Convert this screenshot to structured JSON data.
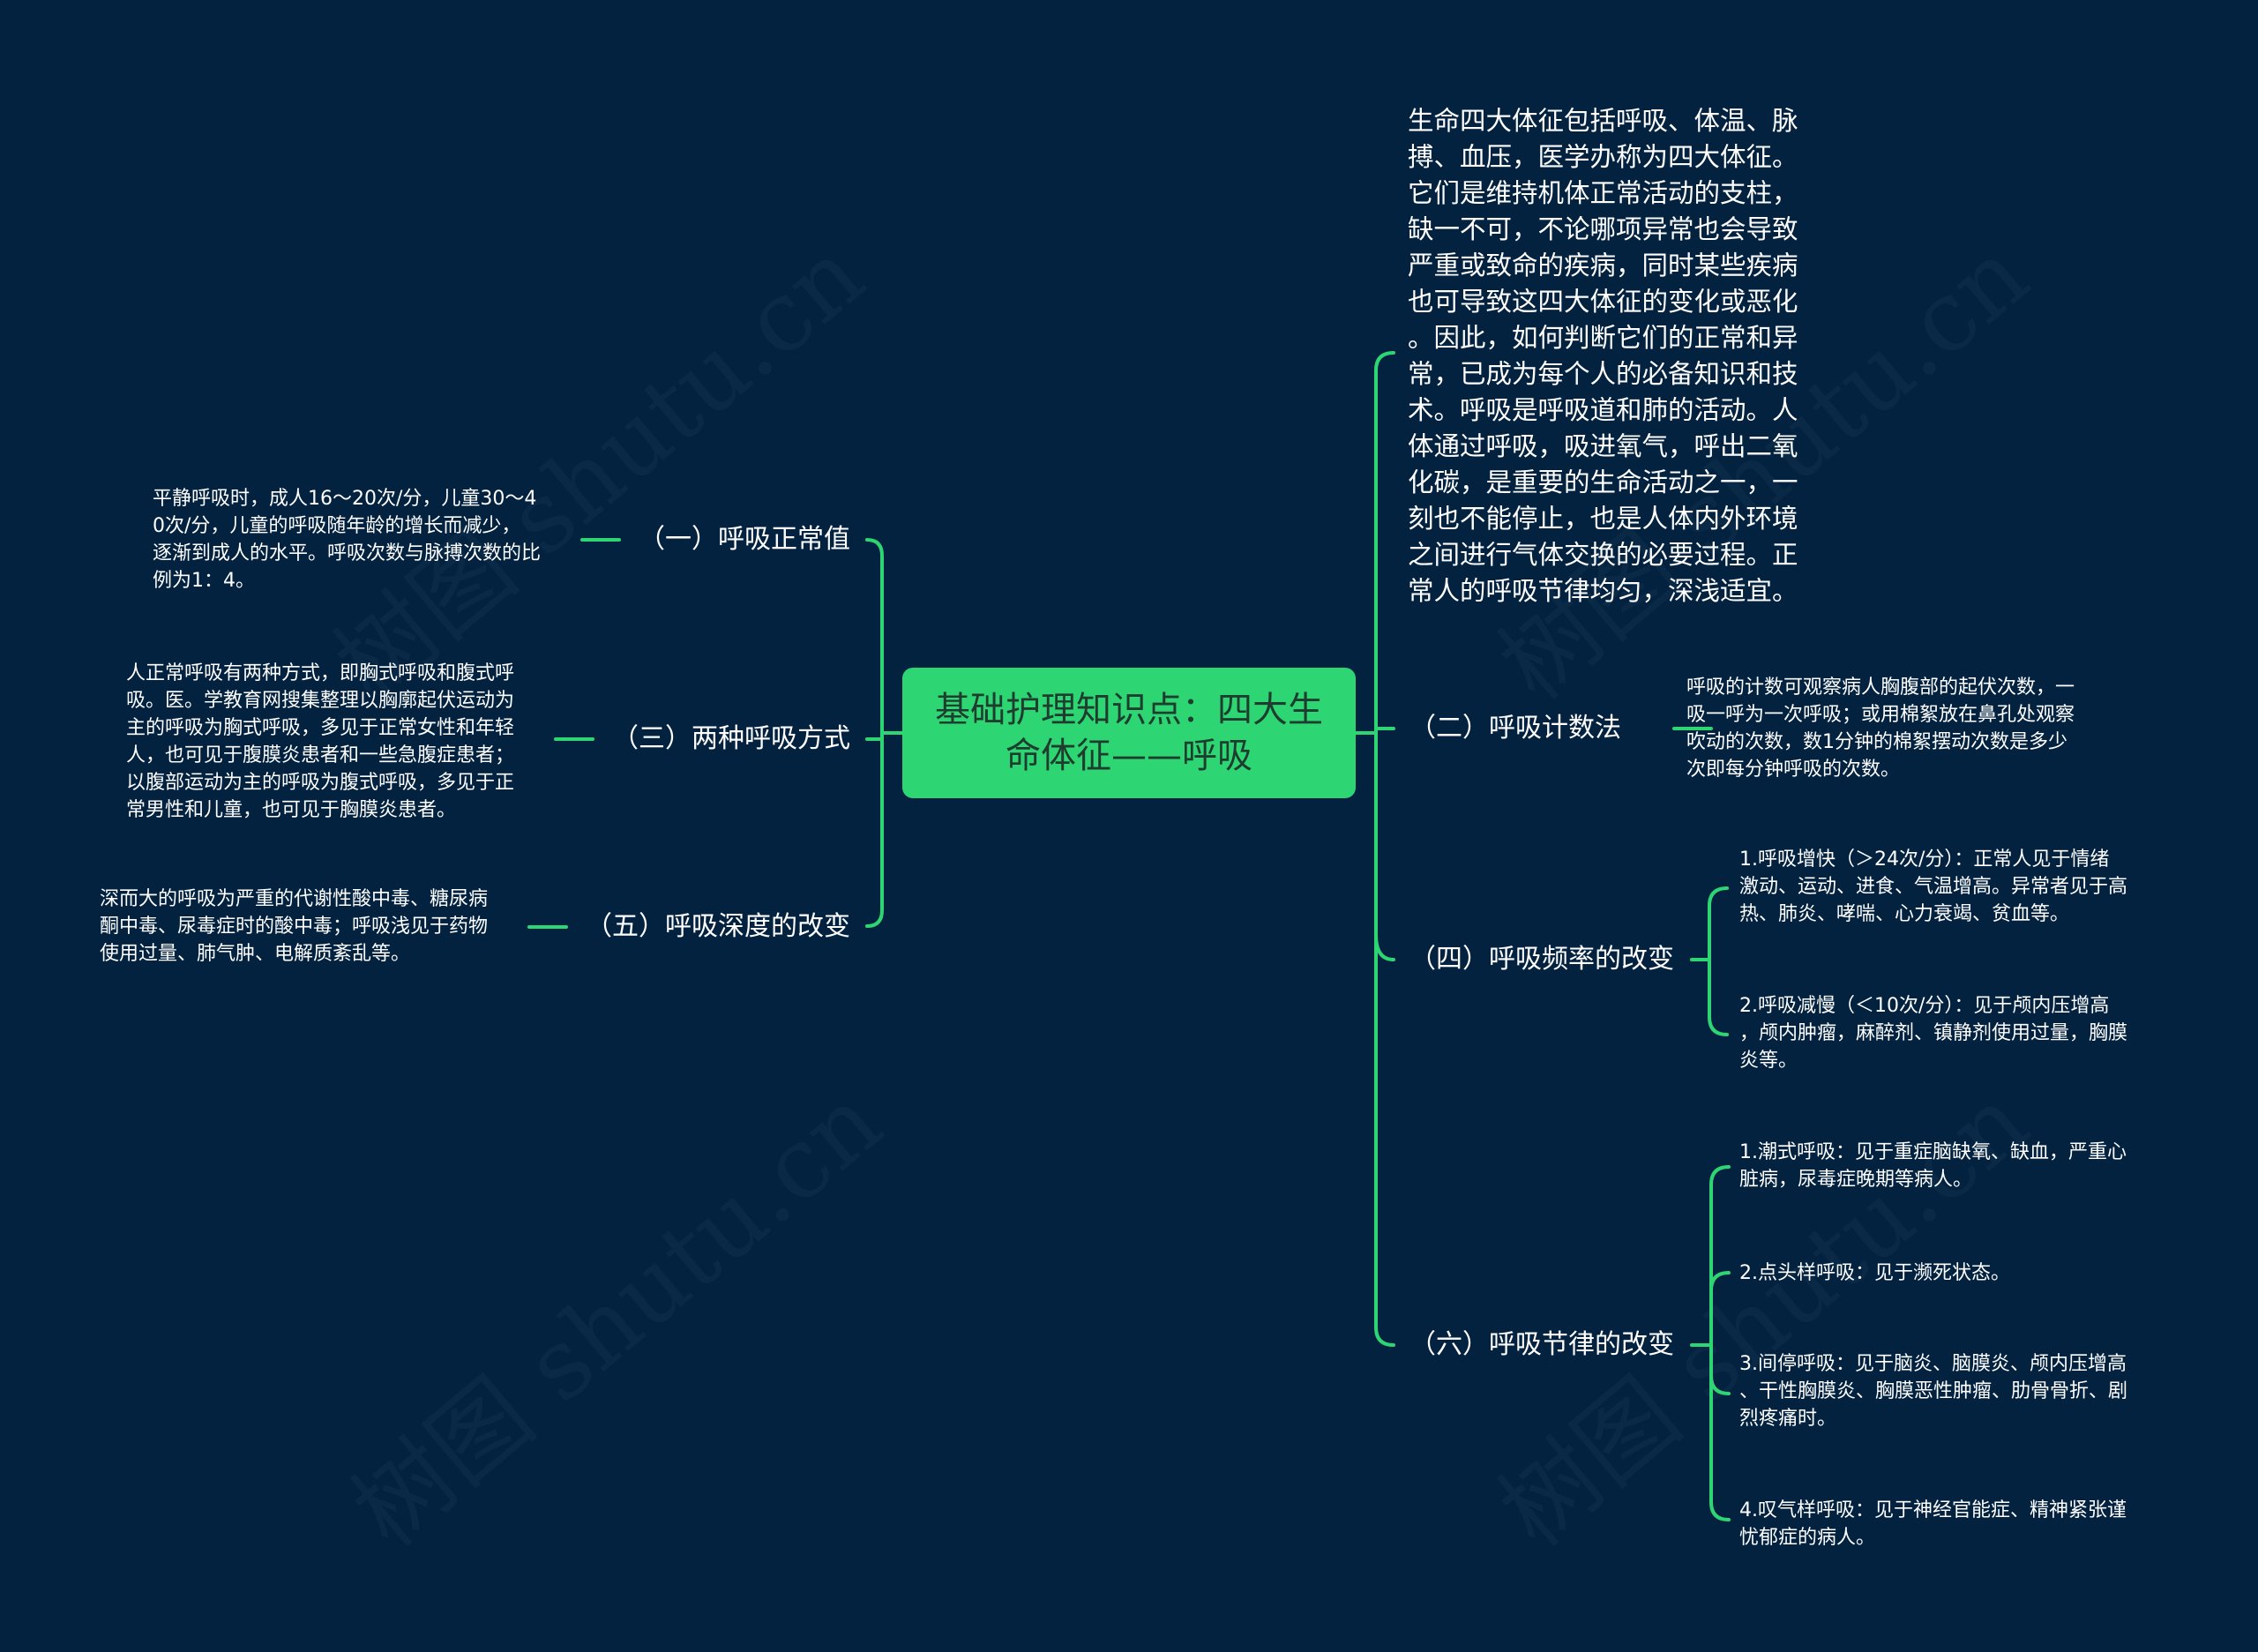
{
  "mindmap": {
    "root": {
      "label_lines": [
        "基础护理知识点：四大生",
        "命体征——呼吸"
      ]
    },
    "intro": {
      "lines": [
        "生命四大体征包括呼吸、体温、脉",
        "搏、血压，医学办称为四大体征。",
        "它们是维持机体正常活动的支柱，",
        "缺一不可，不论哪项异常也会导致",
        "严重或致命的疾病，同时某些疾病",
        "也可导致这四大体征的变化或恶化",
        "。因此，如何判断它们的正常和异",
        "常，已成为每个人的必备知识和技",
        "术。呼吸是呼吸道和肺的活动。人",
        "体通过呼吸，吸进氧气，呼出二氧",
        "化碳，是重要的生命活动之一，一",
        "刻也不能停止，也是人体内外环境",
        "之间进行气体交换的必要过程。正",
        "常人的呼吸节律均匀，深浅适宜。"
      ]
    },
    "left_branches": [
      {
        "label": "（一）呼吸正常值",
        "detail_lines": [
          "平静呼吸时，成人16～20次/分，儿童30～4",
          "0次/分，儿童的呼吸随年龄的增长而减少，",
          "逐渐到成人的水平。呼吸次数与脉搏次数的比",
          "例为1：4。"
        ]
      },
      {
        "label": "（三）两种呼吸方式",
        "detail_lines": [
          "人正常呼吸有两种方式，即胸式呼吸和腹式呼",
          "吸。医。学教育网搜集整理以胸廓起伏运动为",
          "主的呼吸为胸式呼吸，多见于正常女性和年轻",
          "人，也可见于腹膜炎患者和一些急腹症患者；",
          "以腹部运动为主的呼吸为腹式呼吸，多见于正",
          "常男性和儿童，也可见于胸膜炎患者。"
        ]
      },
      {
        "label": "（五）呼吸深度的改变",
        "detail_lines": [
          "深而大的呼吸为严重的代谢性酸中毒、糖尿病",
          "酮中毒、尿毒症时的酸中毒；呼吸浅见于药物",
          "使用过量、肺气肿、电解质紊乱等。"
        ]
      }
    ],
    "right_branches": [
      {
        "label": "（二）呼吸计数法",
        "detail_lines": [
          "呼吸的计数可观察病人胸腹部的起伏次数，一",
          "吸一呼为一次呼吸；或用棉絮放在鼻孔处观察",
          "吹动的次数，数1分钟的棉絮摆动次数是多少",
          "次即每分钟呼吸的次数。"
        ]
      },
      {
        "label": "（四）呼吸频率的改变",
        "children": [
          {
            "lines": [
              "1.呼吸增快（＞24次/分）：正常人见于情绪",
              "激动、运动、进食、气温增高。异常者见于高",
              "热、肺炎、哮喘、心力衰竭、贫血等。"
            ]
          },
          {
            "lines": [
              "2.呼吸减慢（＜10次/分）：见于颅内压增高",
              "，颅内肿瘤，麻醉剂、镇静剂使用过量，胸膜",
              "炎等。"
            ]
          }
        ]
      },
      {
        "label": "（六）呼吸节律的改变",
        "children": [
          {
            "lines": [
              "1.潮式呼吸：见于重症脑缺氧、缺血，严重心",
              "脏病，尿毒症晚期等病人。"
            ]
          },
          {
            "lines": [
              "2.点头样呼吸：见于濒死状态。"
            ]
          },
          {
            "lines": [
              "3.间停呼吸：见于脑炎、脑膜炎、颅内压增高",
              "、干性胸膜炎、胸膜恶性肿瘤、肋骨骨折、剧",
              "烈疼痛时。"
            ]
          },
          {
            "lines": [
              "4.叹气样呼吸：见于神经官能症、精神紧张谨",
              "忧郁症的病人。"
            ]
          }
        ]
      }
    ]
  },
  "watermark": {
    "text": "树图 shutu.cn"
  },
  "colors": {
    "background": "#022240",
    "accent": "#2ed573",
    "root_text": "#1e3d2e",
    "text": "#ffffff"
  }
}
